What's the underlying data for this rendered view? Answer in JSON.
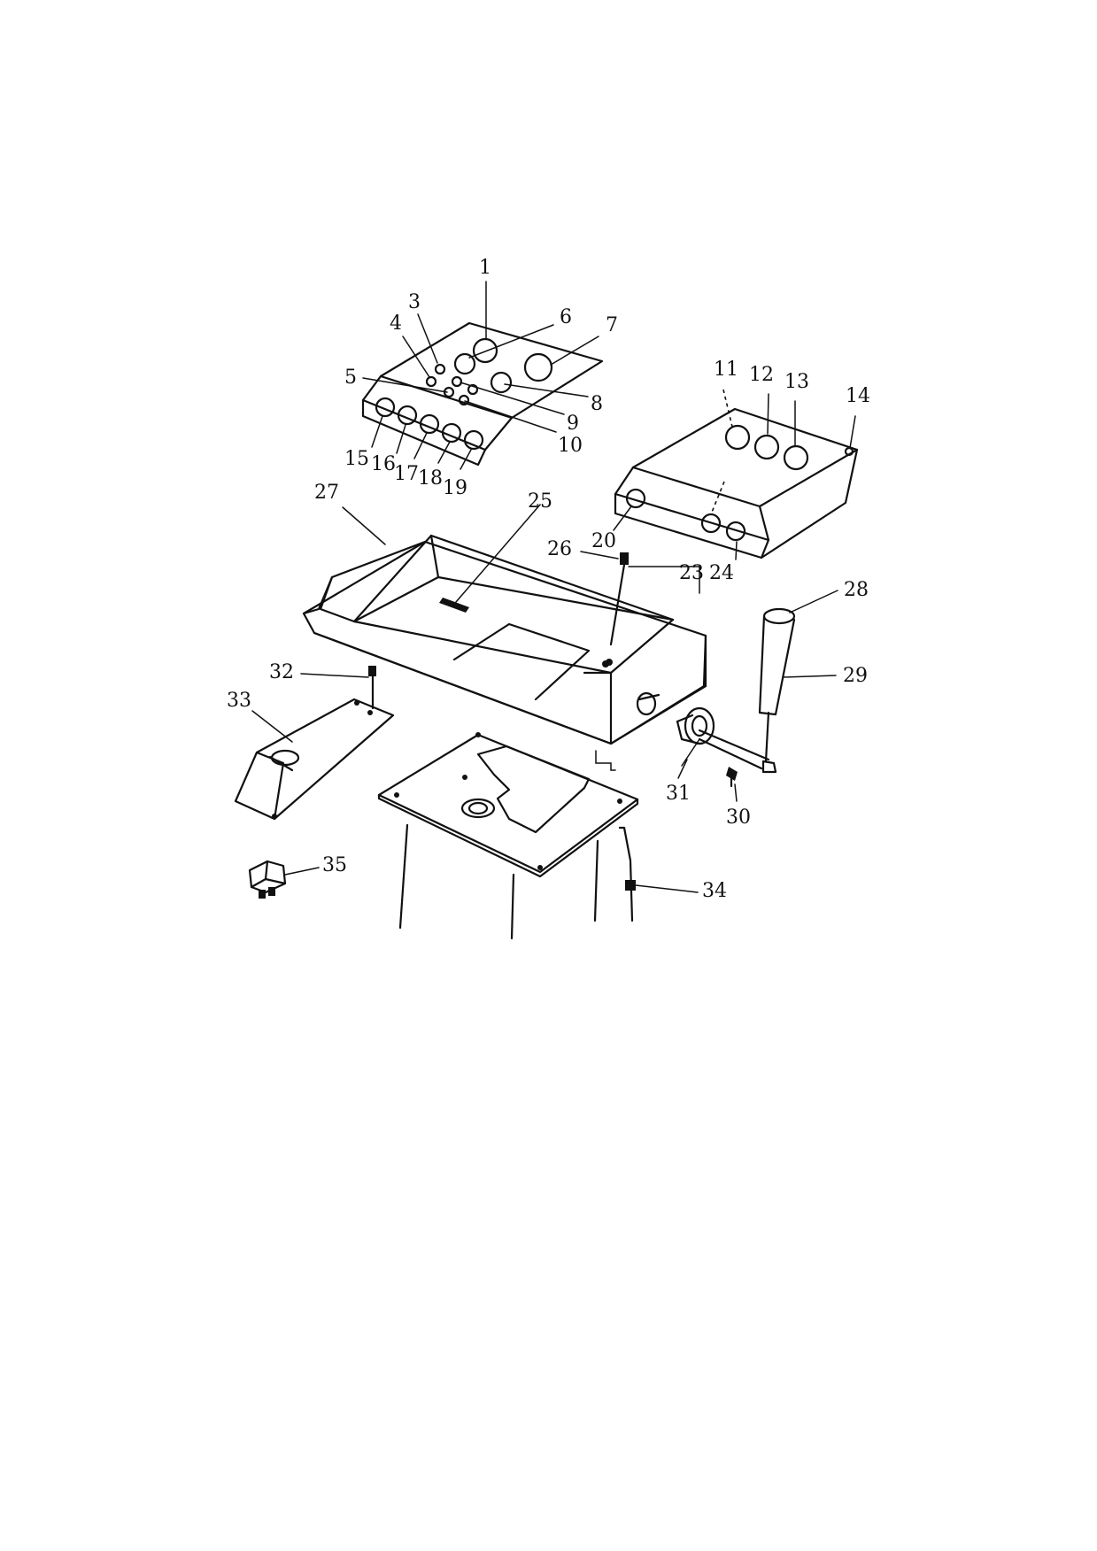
{
  "diagram": {
    "callouts": {
      "c1": "1",
      "c3": "3",
      "c4": "4",
      "c5": "5",
      "c6": "6",
      "c7": "7",
      "c8": "8",
      "c9": "9",
      "c10": "10",
      "c11": "11",
      "c12": "12",
      "c13": "13",
      "c14": "14",
      "c15": "15",
      "c16": "16",
      "c17": "17",
      "c18": "18",
      "c19": "19",
      "c20": "20",
      "c23": "23",
      "c24": "24",
      "c25": "25",
      "c26": "26",
      "c27": "27",
      "c28": "28",
      "c29": "29",
      "c30": "30",
      "c31": "31",
      "c32": "32",
      "c33": "33",
      "c34": "34",
      "c35": "35"
    }
  }
}
